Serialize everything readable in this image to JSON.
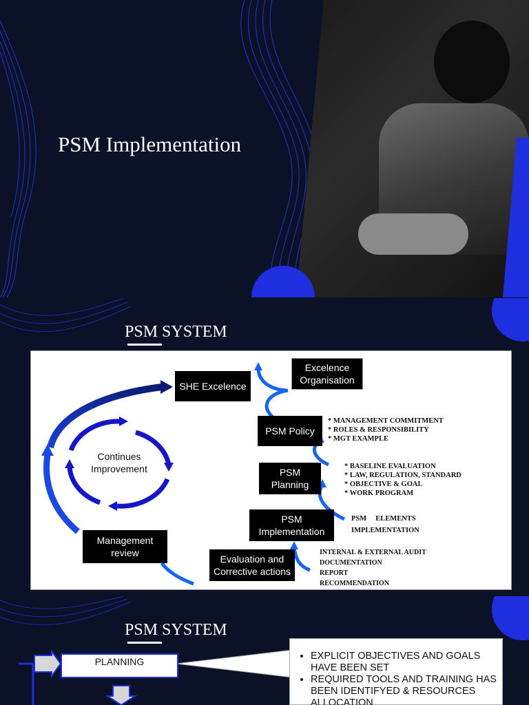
{
  "slide1": {
    "title": "PSM Implementation"
  },
  "slide2": {
    "title": "PSM SYSTEM",
    "diagram": {
      "she_excellence": "SHE Excelence",
      "excellence_org": "Excelence\nOrganisation",
      "psm_policy": "PSM Policy",
      "psm_planning": "PSM\nPlanning",
      "psm_implementation": "PSM\nImplementation",
      "evaluation": "Evaluation and\nCorrective actions",
      "management_review": "Management\nreview",
      "continues_improvement": "Continues\nImprovement",
      "policy_notes": "* MANAGEMENT COMMITMENT\n* ROLES & RESPONSIBILITY\n* MGT EXAMPLE",
      "planning_notes": "* BASELINE EVALUATION\n* LAW, REGULATION, STANDARD\n* OBJECTIVE & GOAL\n* WORK PROGRAM",
      "implementation_notes": "PSM     ELEMENTS\nIMPLEMENTATION",
      "evaluation_notes": "INTERNAL & EXTERNAL AUDIT\nDOCUMENTATION\nREPORT\nRECOMMENDATION"
    }
  },
  "slide3": {
    "title": "PSM SYSTEM",
    "planning_label": "PLANNING",
    "bullets": [
      "EXPLICIT OBJECTIVES AND GOALS HAVE BEEN SET",
      "REQUIRED TOOLS AND TRAINING HAS BEEN IDENTIFYED & RESOURCES ALLOCATION"
    ]
  },
  "colors": {
    "background": "#0b1126",
    "accent": "#1f2fe0",
    "arrow_blue": "#1566ee",
    "box": "#000000"
  }
}
